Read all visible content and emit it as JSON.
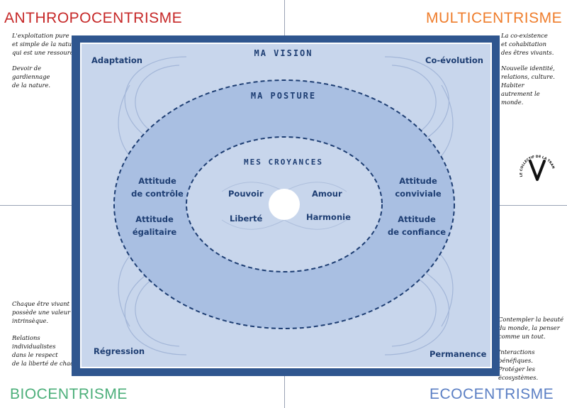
{
  "corners": {
    "top_left": {
      "title": "ANTHROPOCENTRISME",
      "color": "#c62828",
      "notes": [
        "L'exploitation pure\net simple de la nature\nqui est une ressource.",
        "Devoir de\ngardiennage\nde la nature."
      ]
    },
    "top_right": {
      "title": "MULTICENTRISME",
      "color": "#ef7d2c",
      "notes": [
        "La co-existence\net cohabitation\ndes êtres vivants.",
        "Nouvelle identité,\nrelations, culture.\nHabiter\nautrement le\nmonde."
      ]
    },
    "bottom_left": {
      "title": "BIOCENTRISME",
      "color": "#4caf7a",
      "notes": [
        "Chaque être vivant\npossède une valeur\nintrinsèque.",
        "Relations\nindividualistes\ndans le respect\nde la liberté de chacun."
      ]
    },
    "bottom_right": {
      "title": "ECOCENTRISME",
      "color": "#5b7fc4",
      "notes": [
        "Contempler la beauté\ndu monde, la penser\ncomme un tout.",
        "Interactions\nbénéfiques.\nProtéger les\nécosystèmes."
      ]
    }
  },
  "colors": {
    "frame": "#2f568f",
    "board": "#c8d6ec",
    "posture_fill": "#a9bfe2",
    "croyances_fill": "#c8d6ec",
    "text": "#1e3e73"
  },
  "vision": {
    "title": "MA VISION",
    "corners": {
      "tl": "Adaptation",
      "tr": "Co-évolution",
      "bl": "Régression",
      "br": "Permanence"
    }
  },
  "posture": {
    "title": "MA POSTURE",
    "tl": "Attitude\nde contrôle",
    "tr": "Attitude\nconviviale",
    "bl": "Attitude\négalitaire",
    "br": "Attitude\nde confiance"
  },
  "croyances": {
    "title": "MES CROYANCES",
    "tl": "Pouvoir",
    "tr": "Amour",
    "bl": "Liberté",
    "br": "Harmonie"
  },
  "logo": {
    "text": "LE COLLECTIF DE LA TRANSITION ÉCOLOGIQUE"
  }
}
